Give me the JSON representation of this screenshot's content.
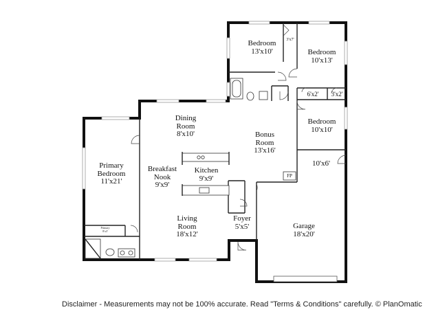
{
  "rooms": {
    "bedroom_a": {
      "name": "Bedroom",
      "dims": "13'x10'"
    },
    "bedroom_b": {
      "name": "Bedroom",
      "dims": "10'x13'"
    },
    "closet_a": {
      "dims": "3'x7'"
    },
    "closet_b": {
      "dims": "6'x2'"
    },
    "closet_c": {
      "dims": "3'x2'"
    },
    "dining": {
      "name": "Dining Room",
      "dims": "8'x10'"
    },
    "bonus": {
      "name": "Bonus Room",
      "dims": "13'x16'"
    },
    "bedroom_c": {
      "name": "Bedroom",
      "dims": "10'x10'"
    },
    "utility": {
      "dims": "10'x6'"
    },
    "primary": {
      "name": "Primary Bedroom",
      "dims": "11'x21'"
    },
    "breakfast": {
      "name": "Breakfast Nook",
      "dims": "9'x9'"
    },
    "kitchen": {
      "name": "Kitchen",
      "dims": "9'x9'"
    },
    "fireplace": {
      "label": "FP"
    },
    "living": {
      "name": "Living Room",
      "dims": "18'x12'"
    },
    "foyer": {
      "name": "Foyer",
      "dims": "5'x5'"
    },
    "garage": {
      "name": "Garage",
      "dims": "18'x20'"
    },
    "primary_closet": {
      "name": "Primary",
      "dims": "8'x3'"
    }
  },
  "disclaimer": "Disclaimer - Measurements may not be 100% accurate. Read \"Terms & Conditions\" carefully. © PlanOmatic"
}
